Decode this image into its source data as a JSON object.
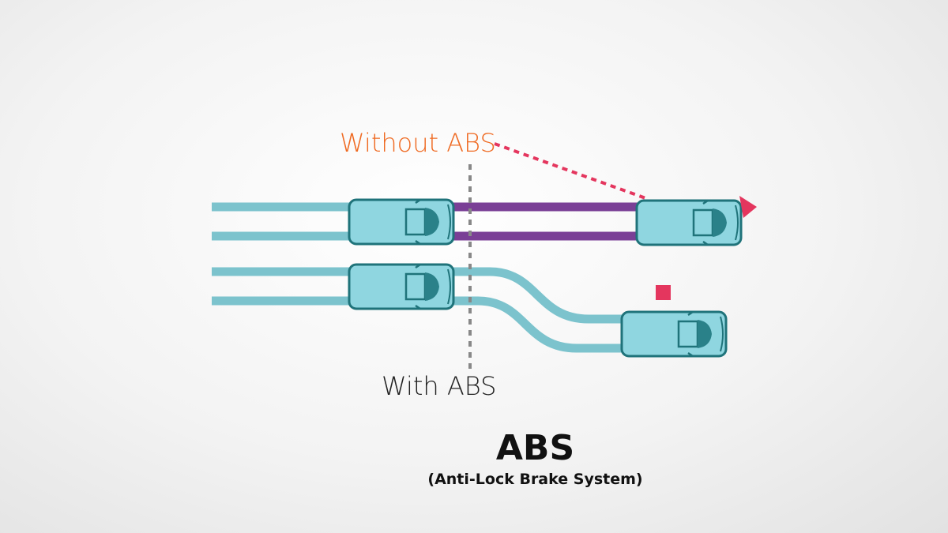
{
  "labels": {
    "without_abs": "Without ABS",
    "with_abs": "With ABS",
    "title": "ABS",
    "subtitle": "(Anti-Lock Brake System)"
  },
  "colors": {
    "track": "#7cc3cd",
    "skid_track": "#7a3f96",
    "car_body": "#8fd6e0",
    "car_outline": "#1f737a",
    "car_glass": "#2a8189",
    "pointer": "#e4365e",
    "without_text": "#ef6a22",
    "with_text": "#222222",
    "divider": "#888888",
    "title_text": "#111111"
  },
  "icons": {
    "danger_marker": "triangle-arrow-icon",
    "stop_marker": "square-icon"
  }
}
